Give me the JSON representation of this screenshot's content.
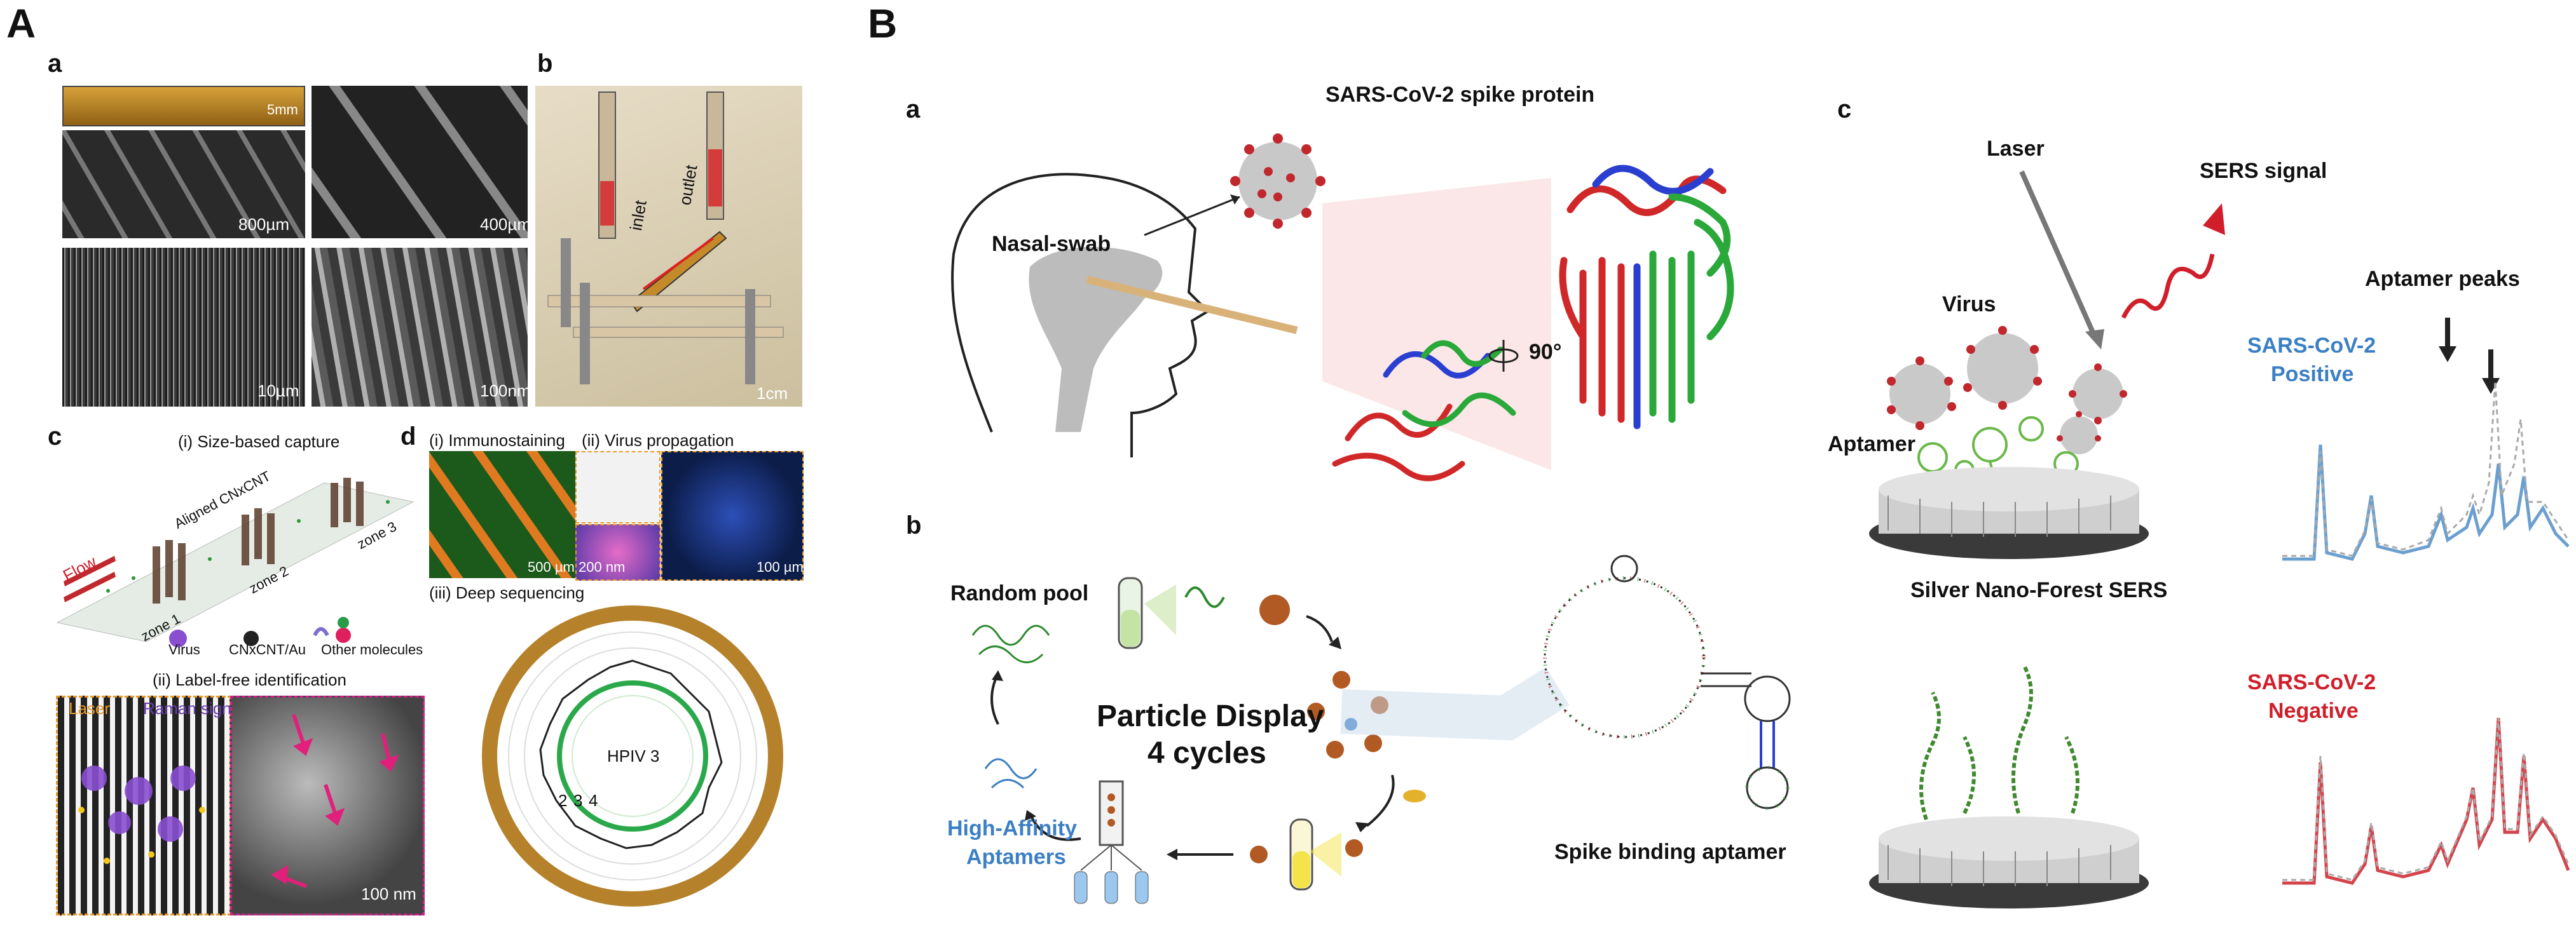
{
  "panelA": {
    "label": "A",
    "a": {
      "label": "a",
      "scale_5mm": "5mm",
      "scale_800": "800µm",
      "scale_400": "400µm",
      "scale_10": "10µm",
      "scale_100nm": "100nm"
    },
    "b": {
      "label": "b",
      "inlet": "inlet",
      "outlet": "outlet",
      "scale_1cm": "1cm"
    },
    "c": {
      "label": "c",
      "title_i": "(i) Size-based capture",
      "aligned": "Aligned CNxCNT",
      "flow": "Flow",
      "zone1": "zone 1",
      "zone2": "zone 2",
      "zone3": "zone 3",
      "legend": {
        "virus": "Virus",
        "cnt": "CNxCNT/Au",
        "other": "Other molecules"
      },
      "title_ii": "(ii) Label-free identification",
      "laser": "Laser",
      "raman": "Raman signal",
      "scale_100nm": "100 nm"
    },
    "d": {
      "label": "d",
      "immuno": "(i) Immunostaining",
      "virus_prop": "(ii) Virus propagation",
      "deep": "(iii) Deep sequencing",
      "scale_500": "500 µm",
      "scale_200nm": "200 nm",
      "scale_100": "100 µm",
      "hpiv": "HPIV 3",
      "rings": [
        "2",
        "3",
        "4"
      ]
    }
  },
  "panelB": {
    "label": "B",
    "a": {
      "label": "a",
      "spike": "SARS-CoV-2 spike protein",
      "nasal": "Nasal-swab",
      "rotate": "90°"
    },
    "b": {
      "label": "b",
      "random": "Random pool",
      "display1": "Particle Display",
      "display2": "4 cycles",
      "high1": "High-Affinity",
      "high2": "Aptamers",
      "spike_apt": "Spike binding aptamer"
    },
    "c": {
      "label": "c",
      "laser": "Laser",
      "sers": "SERS signal",
      "virus": "Virus",
      "aptamer": "Aptamer",
      "peaks": "Aptamer peaks",
      "pos1": "SARS-CoV-2",
      "pos2": "Positive",
      "neg1": "SARS-CoV-2",
      "neg2": "Negative",
      "forest": "Silver Nano-Forest SERS"
    }
  },
  "colors": {
    "blue_text": "#3b7fc4",
    "red_text": "#d01f2a",
    "positive_line": "#6b9fd0",
    "negative_line": "#d4444c",
    "virus_red": "#c0282e"
  }
}
